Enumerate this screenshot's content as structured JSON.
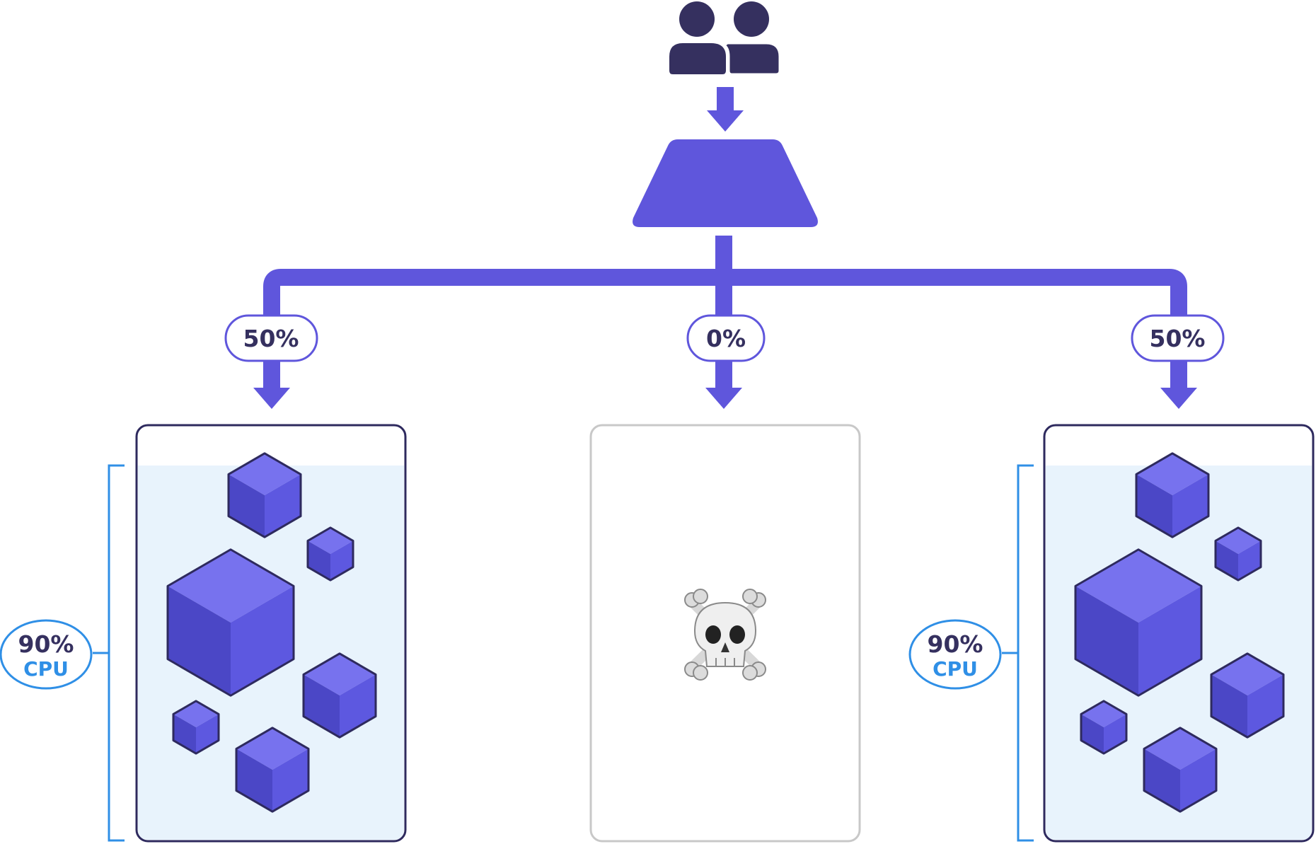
{
  "colors": {
    "accent": "#5f56dc",
    "users": "#35305f",
    "container_border": "#2e2a5e",
    "container_fill": "#e8f3fc",
    "cpu_blue": "#2f8fe6",
    "dead_border": "#c8c8c8",
    "cube_top": "#7772ee",
    "cube_left": "#4b47c6",
    "cube_right": "#5d58e0",
    "cube_edge": "#2e2a5e"
  },
  "icons": {
    "users": "users-icon",
    "load_balancer": "load-balancer-icon",
    "dead_node": "skull-and-crossbones-icon",
    "dead_glyph": "☠️"
  },
  "routes": {
    "left": {
      "percent": "50%"
    },
    "middle": {
      "percent": "0%"
    },
    "right": {
      "percent": "50%"
    }
  },
  "nodes": {
    "left": {
      "cpu_percent": "90%",
      "cpu_label": "CPU",
      "status": "running"
    },
    "middle": {
      "status": "dead"
    },
    "right": {
      "cpu_percent": "90%",
      "cpu_label": "CPU",
      "status": "running"
    }
  }
}
